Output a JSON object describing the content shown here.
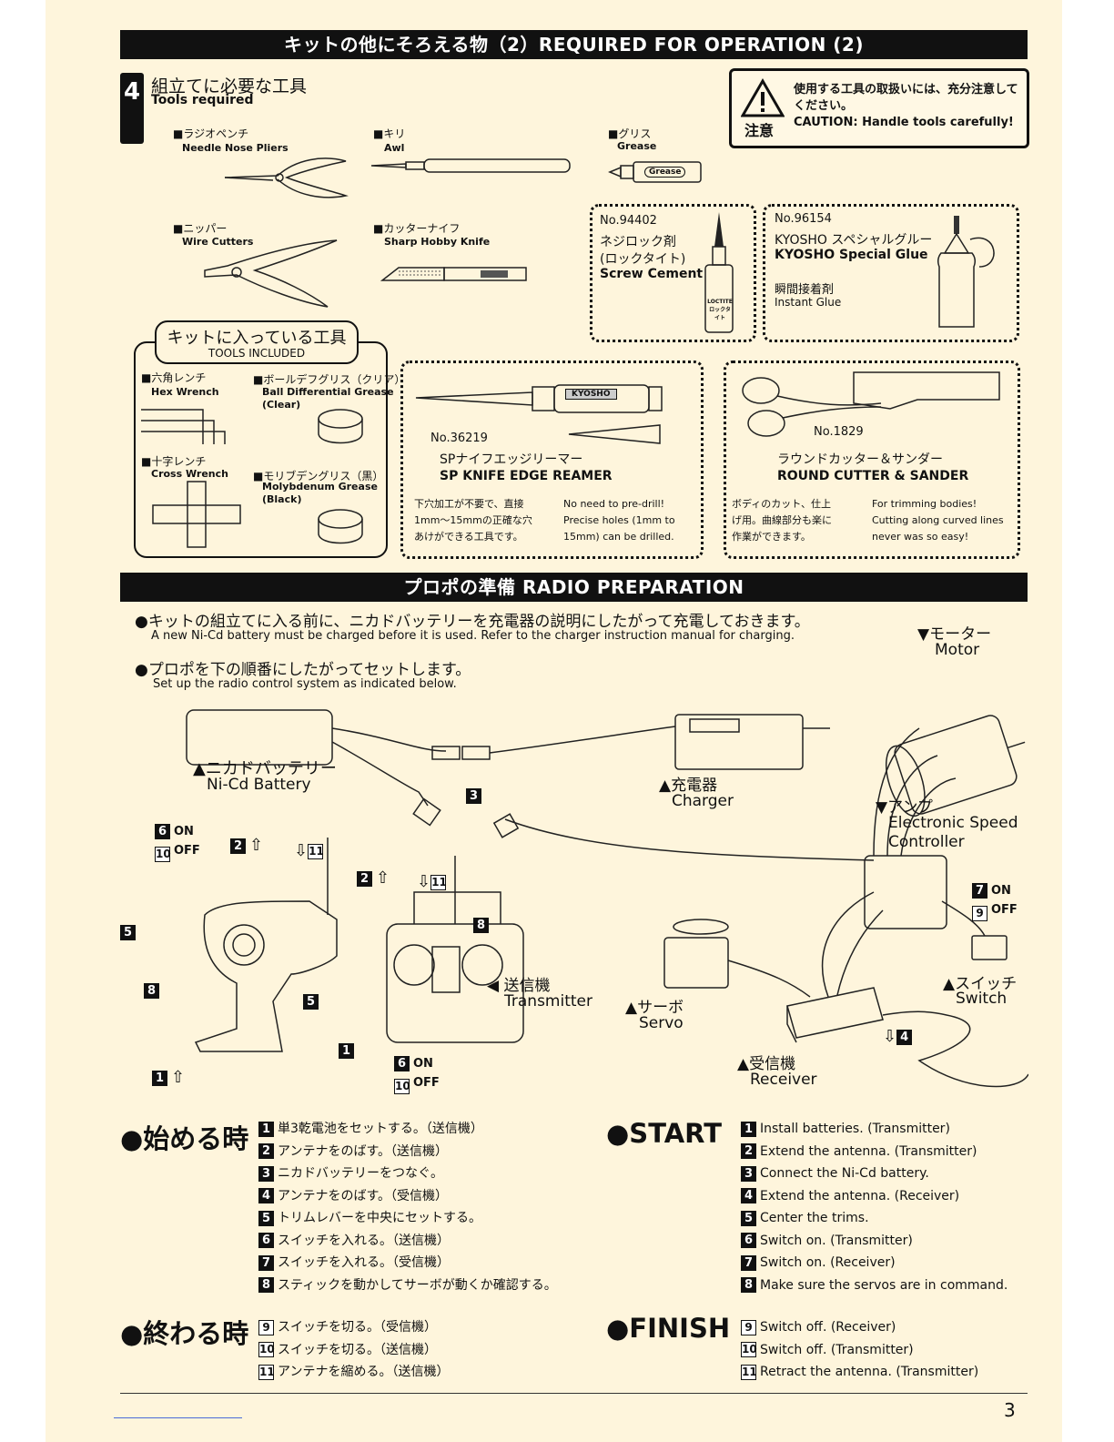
{
  "header": {
    "title": "キットの他にそろえる物（2）REQUIRED FOR OPERATION (2)"
  },
  "tools": {
    "step_number": "4",
    "title_jp": "組立てに必要な工具",
    "title_en": "Tools required",
    "caution_jp": "使用する工具の取扱いには、充分注意してください。",
    "caution_mark": "注意",
    "caution_en": "CAUTION: Handle tools carefully!",
    "items": [
      {
        "jp": "■ラジオペンチ",
        "en": "Needle Nose Pliers"
      },
      {
        "jp": "■キリ",
        "en": "Awl"
      },
      {
        "jp": "■グリス",
        "en": "Grease",
        "tube": "Grease"
      },
      {
        "jp": "■ニッパー",
        "en": "Wire Cutters"
      },
      {
        "jp": "■カッターナイフ",
        "en": "Sharp Hobby Knife"
      }
    ],
    "screw_cement": {
      "no": "No.94402",
      "jp1": "ネジロック剤",
      "jp2": "(ロックタイト)",
      "en": "Screw Cement",
      "bottle": "LOCTITE ロックタイト"
    },
    "special_glue": {
      "no": "No.96154",
      "jp": "KYOSHO スペシャルグルー",
      "en": "KYOSHO Special Glue",
      "jp2": "瞬間接着剤",
      "en2": "Instant Glue"
    }
  },
  "included": {
    "title_jp": "キットに入っている工具",
    "title_en": "TOOLS INCLUDED",
    "items": [
      {
        "jp": "■六角レンチ",
        "en": "Hex Wrench"
      },
      {
        "jp": "■ボールデフグリス（クリア）",
        "en": "Ball Differential Grease",
        "en2": "(Clear)"
      },
      {
        "jp": "■十字レンチ",
        "en": "Cross Wrench"
      },
      {
        "jp": "■モリブデングリス（黒）",
        "en": "Molybdenum Grease",
        "en2": "(Black)"
      }
    ]
  },
  "reamer": {
    "no": "No.36219",
    "jp": "SPナイフエッジリーマー",
    "en": "SP KNIFE EDGE REAMER",
    "desc_jp": [
      "下穴加工が不要で、直接",
      "1mm〜15mmの正確な穴",
      "あけができる工具です。"
    ],
    "desc_en": [
      "No need to pre-drill!",
      "Precise holes (1mm to",
      "15mm) can be drilled."
    ],
    "brand": "KYOSHO"
  },
  "cutter": {
    "no": "No.1829",
    "jp": "ラウンドカッター＆サンダー",
    "en": "ROUND CUTTER & SANDER",
    "desc_jp": [
      "ボディのカット、仕上",
      "げ用。曲線部分も楽に",
      "作業ができます。"
    ],
    "desc_en": [
      "For trimming bodies!",
      "Cutting along curved lines",
      "never was so easy!"
    ]
  },
  "radio": {
    "band_title": "プロポの準備 RADIO PREPARATION",
    "note1_jp": "●キットの組立てに入る前に、ニカドバッテリーを充電器の説明にしたがって充電しておきます。",
    "note1_en": "A new Ni-Cd battery must be charged before it is used. Refer to the charger instruction manual for charging.",
    "note2_jp": "●プロポを下の順番にしたがってセットします。",
    "note2_en": "Set up the radio control system as indicated below.",
    "labels": {
      "motor_jp": "▼モーター",
      "motor_en": "Motor",
      "battery_jp": "▲ニカドバッテリー",
      "battery_en": "Ni-Cd Battery",
      "charger_jp": "▲充電器",
      "charger_en": "Charger",
      "esc_jp": "▼アンプ",
      "esc_en1": "Electronic Speed",
      "esc_en2": "Controller",
      "tx_jp": "◀ 送信機",
      "tx_en": "Transmitter",
      "servo_jp": "▲サーボ",
      "servo_en": "Servo",
      "switch_jp": "▲スイッチ",
      "switch_en": "Switch",
      "rx_jp": "▲受信機",
      "rx_en": "Receiver",
      "on": "ON",
      "off": "OFF"
    }
  },
  "start": {
    "jp_title": "●始める時",
    "en_title": "●START",
    "steps": [
      {
        "n": "1",
        "jp": "単3乾電池をセットする。（送信機）",
        "en": "Install batteries. (Transmitter)"
      },
      {
        "n": "2",
        "jp": "アンテナをのばす。（送信機）",
        "en": "Extend the antenna. (Transmitter)"
      },
      {
        "n": "3",
        "jp": "ニカドバッテリーをつなぐ。",
        "en": "Connect the Ni-Cd battery."
      },
      {
        "n": "4",
        "jp": "アンテナをのばす。（受信機）",
        "en": "Extend the antenna. (Receiver)"
      },
      {
        "n": "5",
        "jp": "トリムレバーを中央にセットする。",
        "en": "Center the trims."
      },
      {
        "n": "6",
        "jp": "スイッチを入れる。（送信機）",
        "en": "Switch on.  (Transmitter)"
      },
      {
        "n": "7",
        "jp": "スイッチを入れる。（受信機）",
        "en": "Switch on.  (Receiver)"
      },
      {
        "n": "8",
        "jp": "スティックを動かしてサーボが動くか確認する。",
        "en": "Make sure the servos are in command."
      }
    ]
  },
  "finish": {
    "jp_title": "●終わる時",
    "en_title": "●FINISH",
    "steps": [
      {
        "n": "9",
        "jp": "スイッチを切る。（受信機）",
        "en": "Switch off.  (Receiver)"
      },
      {
        "n": "10",
        "jp": "スイッチを切る。（送信機）",
        "en": "Switch off.  (Transmitter)"
      },
      {
        "n": "11",
        "jp": "アンテナを縮める。（送信機）",
        "en": "Retract the antenna. (Transmitter)"
      }
    ]
  },
  "footer": {
    "page_number": "3"
  }
}
